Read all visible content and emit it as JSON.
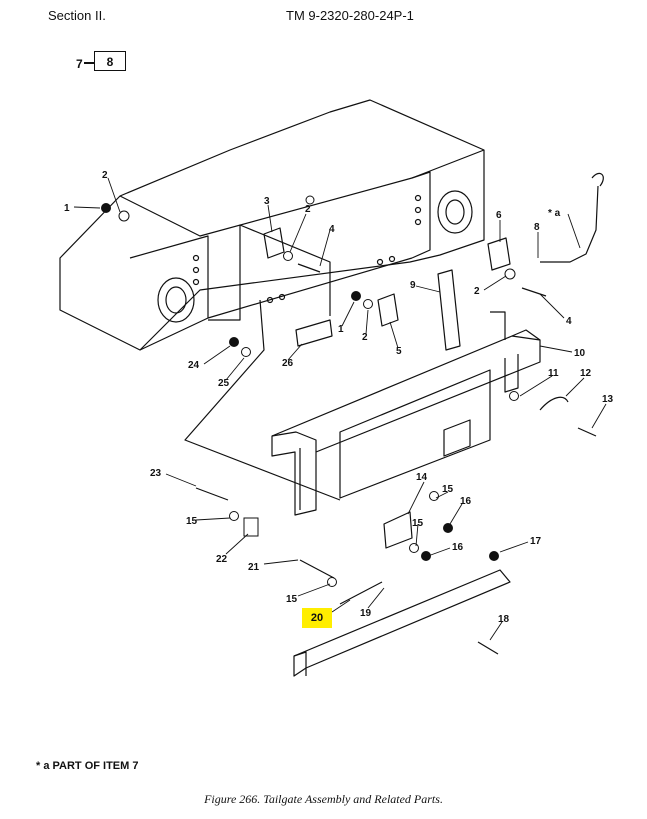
{
  "header": {
    "section": "Section II.",
    "doc_id": "TM 9-2320-280-24P-1"
  },
  "reference": {
    "label": "7",
    "box": "8"
  },
  "callouts": {
    "c1a": "1",
    "c2a": "2",
    "c3": "3",
    "c2b": "2",
    "c4a": "4",
    "c6": "6",
    "c8": "8",
    "ca": "* a",
    "c2c": "2",
    "c4b": "4",
    "c9": "9",
    "c1b": "1",
    "c2d": "2",
    "c5": "5",
    "c10": "10",
    "c24": "24",
    "c25": "25",
    "c26": "26",
    "c11": "11",
    "c12": "12",
    "c13": "13",
    "c23": "23",
    "c14": "14",
    "c15a": "15",
    "c16a": "16",
    "c15b": "15",
    "c16b": "16",
    "c15c": "15",
    "c22": "22",
    "c17": "17",
    "c21": "21",
    "c15d": "15",
    "c19": "19",
    "c18": "18"
  },
  "highlight": {
    "label": "20",
    "color": "#ffee00"
  },
  "footnote": "* a   PART OF ITEM  7",
  "caption": "Figure 266.  Tailgate Assembly and Related Parts."
}
